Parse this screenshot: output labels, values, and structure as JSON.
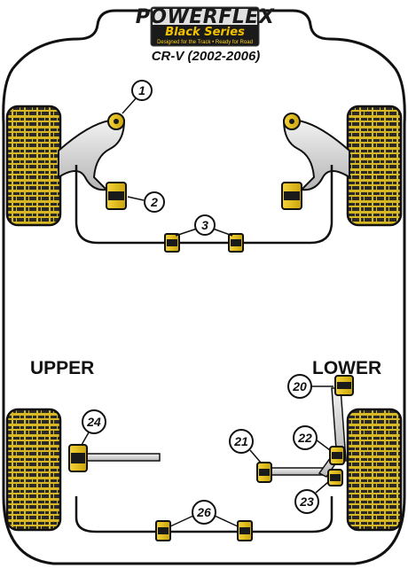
{
  "brand": {
    "name": "POWERFLEX",
    "series": "Black Series",
    "tagline": "Designed for the Track • Ready for Road"
  },
  "model": "CR-V (2002-2006)",
  "sections": {
    "upper": "UPPER",
    "lower": "LOWER"
  },
  "callouts": [
    {
      "id": "callout-1",
      "label": "1"
    },
    {
      "id": "callout-2",
      "label": "2"
    },
    {
      "id": "callout-3",
      "label": "3"
    },
    {
      "id": "callout-20",
      "label": "20"
    },
    {
      "id": "callout-21",
      "label": "21"
    },
    {
      "id": "callout-22",
      "label": "22"
    },
    {
      "id": "callout-23",
      "label": "23"
    },
    {
      "id": "callout-24",
      "label": "24"
    },
    {
      "id": "callout-26",
      "label": "26"
    }
  ],
  "colors": {
    "tyre": "#d9b923",
    "tyre_tread": "#2a2a2a",
    "bush_yellow": "#e8c21b",
    "bush_black": "#1a1a1a",
    "arm": "#c9c9c9",
    "outline": "#111111"
  }
}
